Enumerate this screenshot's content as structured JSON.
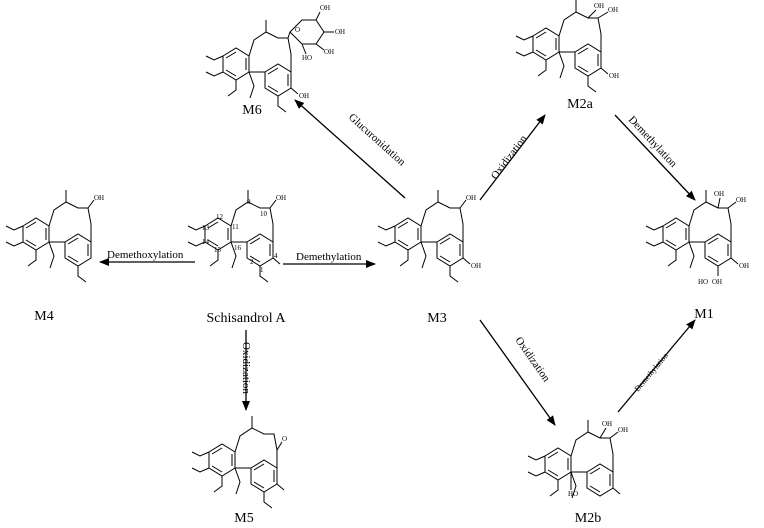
{
  "diagram": {
    "compounds": {
      "schisandrol_a": "Schisandrol A",
      "m1": "M1",
      "m2a": "M2a",
      "m2b": "M2b",
      "m3": "M3",
      "m4": "M4",
      "m5": "M5",
      "m6": "M6"
    },
    "reactions": {
      "schisandrol_to_m4": "Demethoxylation",
      "schisandrol_to_m3": "Demethylation",
      "schisandrol_to_m5": "Oxidization",
      "m3_to_m6": "Glucuronidation",
      "m3_to_m2a": "Oxidization",
      "m2a_to_m1": "Demethylation",
      "m3_to_m2b": "Oxidization",
      "m2b_to_m1": "Demethylation"
    },
    "atoms": {
      "oh": "OH",
      "ho": "HO",
      "o": "O"
    },
    "numbering": [
      "1",
      "2",
      "3",
      "4",
      "5",
      "6",
      "7",
      "8",
      "9",
      "10",
      "11",
      "12",
      "13",
      "14",
      "15",
      "16"
    ]
  }
}
